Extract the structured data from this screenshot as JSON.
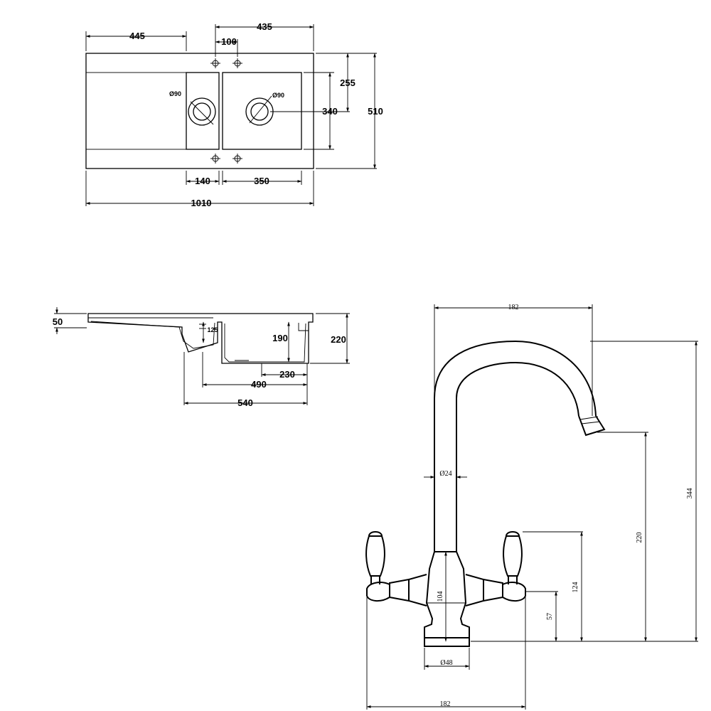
{
  "plan_view": {
    "dims": {
      "left_width": "445",
      "right_width": "435",
      "tap_hole_spacing": "100",
      "bowl_depth_to_centre": "255",
      "bowl_length": "340",
      "overall_depth": "510",
      "waste_left_bowl": "Ø90",
      "waste_right_bowl": "Ø90",
      "small_bowl_width": "140",
      "large_bowl_width": "350",
      "overall_length": "1010"
    }
  },
  "section_view": {
    "dims": {
      "rim_height": "50",
      "small_bowl_depth": "125",
      "large_bowl_depth": "190",
      "overall_height": "220",
      "drain_offset": "230",
      "bowls_width": "490",
      "combined_width": "540"
    }
  },
  "tap_view": {
    "dims": {
      "spout_reach": "182",
      "spout_diameter": "Ø24",
      "overall_height": "344",
      "spout_height": "220",
      "handle_height": "124",
      "body_height": "104",
      "valve_height": "57",
      "base_diameter": "Ø48",
      "handle_span": "182"
    }
  }
}
